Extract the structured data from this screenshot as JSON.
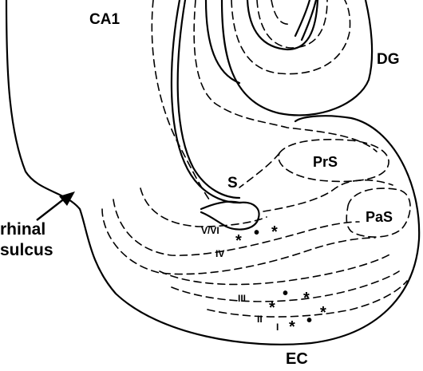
{
  "labels": {
    "ca1": "CA1",
    "dg": "DG",
    "prs": "PrS",
    "s": "S",
    "pas": "PaS",
    "rhinal_sulcus_line1": "rhinal",
    "rhinal_sulcus_line2": "sulcus",
    "layer_v_vi": "V/VI",
    "layer_iv": "IV",
    "layer_iii": "III",
    "layer_ii": "II",
    "layer_i": "I",
    "ec": "EC"
  },
  "markers": {
    "asterisk": "*",
    "dot": "•"
  },
  "colors": {
    "ink": "#000000",
    "background": "#ffffff"
  }
}
